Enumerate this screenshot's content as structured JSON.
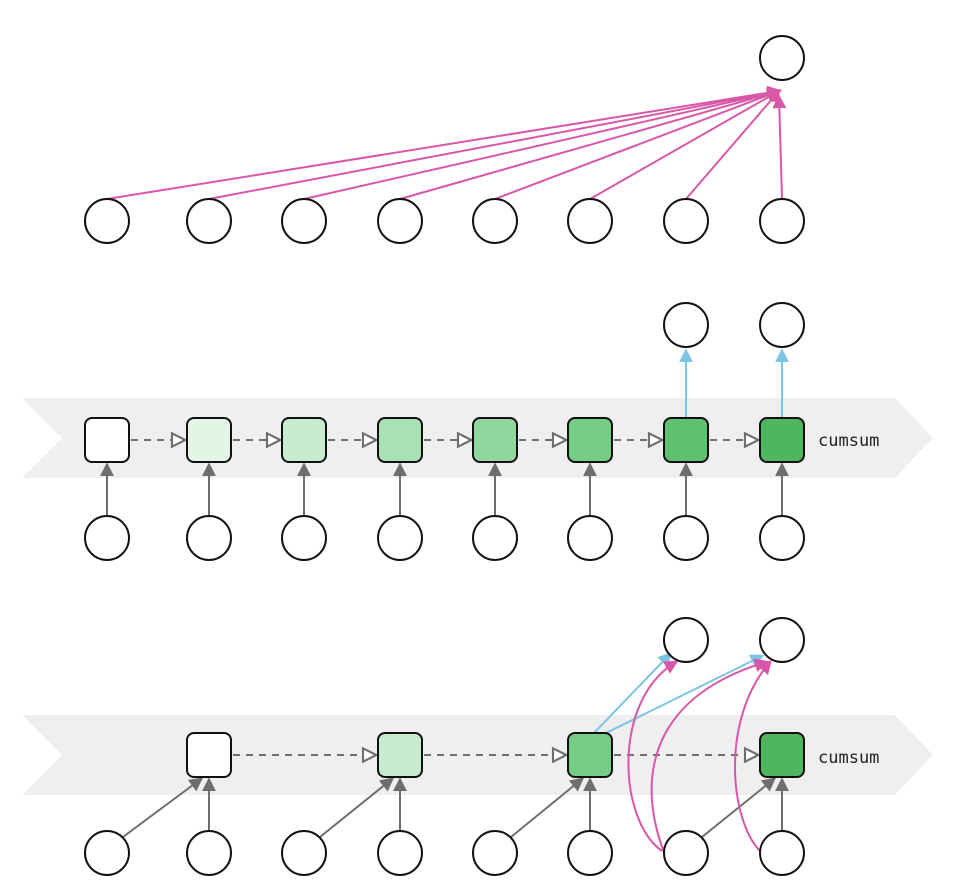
{
  "colors": {
    "attention_edge": "#d957a8",
    "output_edge": "#7cc4e4",
    "input_edge": "#6e6e6e",
    "carry_edge": "#6e6e6e",
    "band": "#efefef",
    "node_stroke": "#111111",
    "state_fills": [
      "#ffffff",
      "#e4f4e6",
      "#c8ebcd",
      "#a9e1b4",
      "#8fd79d",
      "#74cc87",
      "#5fc273",
      "#4fb65e"
    ]
  },
  "panels": {
    "attention": {
      "caption": "",
      "inputs_count": 8
    },
    "recurrent": {
      "label": "cumsum",
      "state_shades": [
        0,
        1,
        2,
        3,
        4,
        5,
        6,
        7
      ],
      "output_from_states": [
        6,
        7
      ]
    },
    "chunked": {
      "label": "cumsum",
      "state_shades": [
        0,
        2,
        5,
        7
      ],
      "output_from_state": 2,
      "attention_sources": [
        6,
        7
      ]
    }
  }
}
